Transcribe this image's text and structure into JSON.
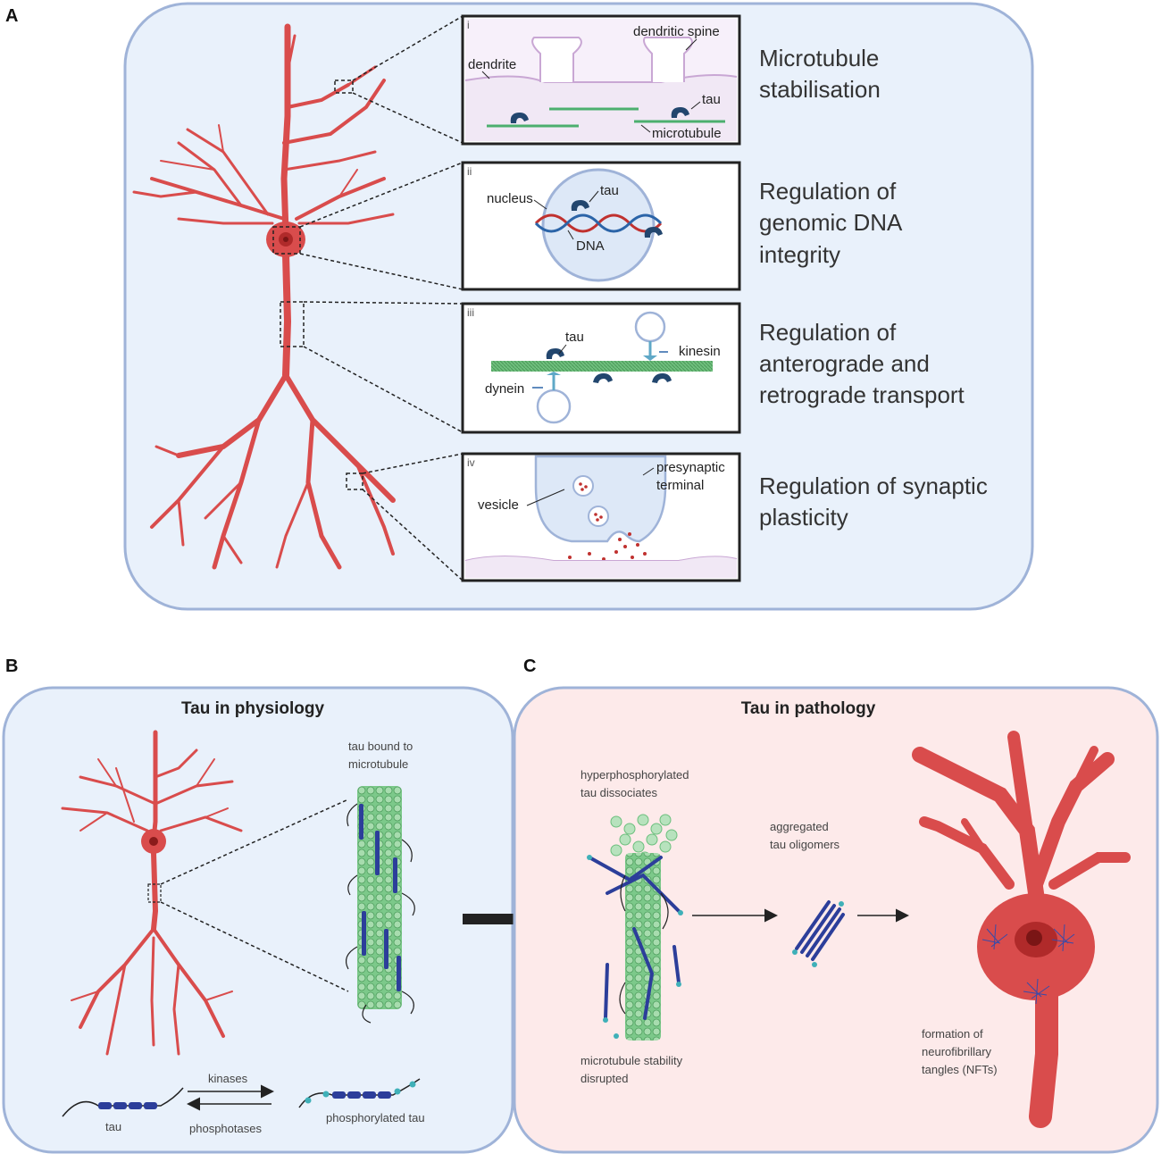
{
  "panelA": {
    "letter": "A",
    "functions": [
      {
        "roman": "i",
        "caption_lines": [
          "Microtubule",
          "stabilisation"
        ],
        "labels": {
          "dendrite": "dendrite",
          "spine": "dendritic spine",
          "tau": "tau",
          "microtubule": "microtubule"
        }
      },
      {
        "roman": "ii",
        "caption_lines": [
          "Regulation of",
          "genomic DNA",
          "integrity"
        ],
        "labels": {
          "nucleus": "nucleus",
          "tau": "tau",
          "dna": "DNA"
        }
      },
      {
        "roman": "iii",
        "caption_lines": [
          "Regulation of",
          "anterograde and",
          "retrograde transport"
        ],
        "labels": {
          "tau": "tau",
          "kinesin": "kinesin",
          "dynein": "dynein"
        }
      },
      {
        "roman": "iv",
        "caption_lines": [
          "Regulation of synaptic",
          "plasticity"
        ],
        "labels": {
          "presynaptic_1": "presynaptic",
          "presynaptic_2": "terminal",
          "vesicle": "vesicle"
        }
      }
    ]
  },
  "panelB": {
    "letter": "B",
    "title": "Tau in physiology",
    "bound_label": [
      "tau bound to",
      "microtubule"
    ],
    "kinases": "kinases",
    "phosphotases": "phosphotases",
    "tau": "tau",
    "phosphorylated_tau": "phosphorylated tau"
  },
  "panelC": {
    "letter": "C",
    "title": "Tau in pathology",
    "hyper_label": [
      "hyperphosphorylated",
      "tau dissociates"
    ],
    "stability_label": [
      "microtubule stability",
      "disrupted"
    ],
    "oligomer_label": [
      "aggregated",
      "tau oligomers"
    ],
    "nft_label": [
      "formation of",
      "neurofibrillary",
      "tangles (NFTs)"
    ]
  },
  "colors": {
    "neuron": "#d94c4c",
    "blue_panel": "#e9f1fb",
    "pink_panel": "#fdeaea",
    "panel_border": "#9fb3d8",
    "tau": "#22466e",
    "microtubule": "#6cbf7d",
    "membrane": "#c9a7d4"
  },
  "icons": [
    "neuron-icon",
    "microtubule-icon",
    "dna-icon",
    "vesicle-icon",
    "arrow-icon"
  ]
}
